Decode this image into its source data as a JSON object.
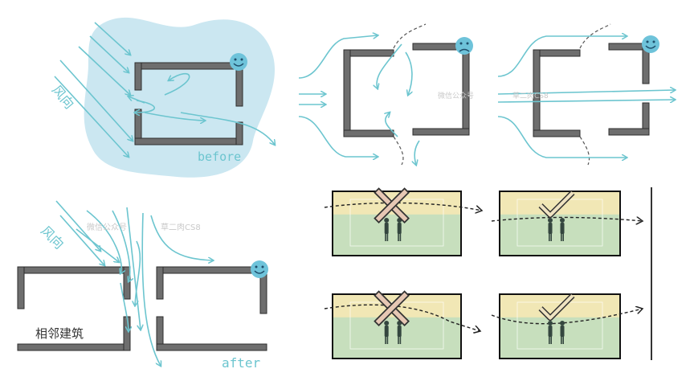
{
  "colors": {
    "wall": "#6e6e6e",
    "wall_stroke": "#2d2d2d",
    "wind": "#6cc5cf",
    "blob": "#cbe7f1",
    "green_zone": "#c7dfbd",
    "yellow_zone": "#f1e7b5",
    "cross_fill": "#e6c7b4",
    "check_fill": "#efe3c1",
    "person": "#34463f",
    "face": "#6ec3da"
  },
  "icons": {
    "happy": "smiley-face-icon",
    "sad": "sad-face-icon",
    "wrong": "cross-mark-icon",
    "right": "check-mark-icon"
  },
  "labels": {
    "wind_direction_1": "风向",
    "wind_direction_2": "风向",
    "before": "before",
    "after": "after",
    "adjacent_building": "相邻建筑"
  },
  "watermarks": {
    "w1": "微信公众号",
    "w2": "草二肉CS8",
    "w3": "微信公众号",
    "w4": "草二肉CS8"
  }
}
